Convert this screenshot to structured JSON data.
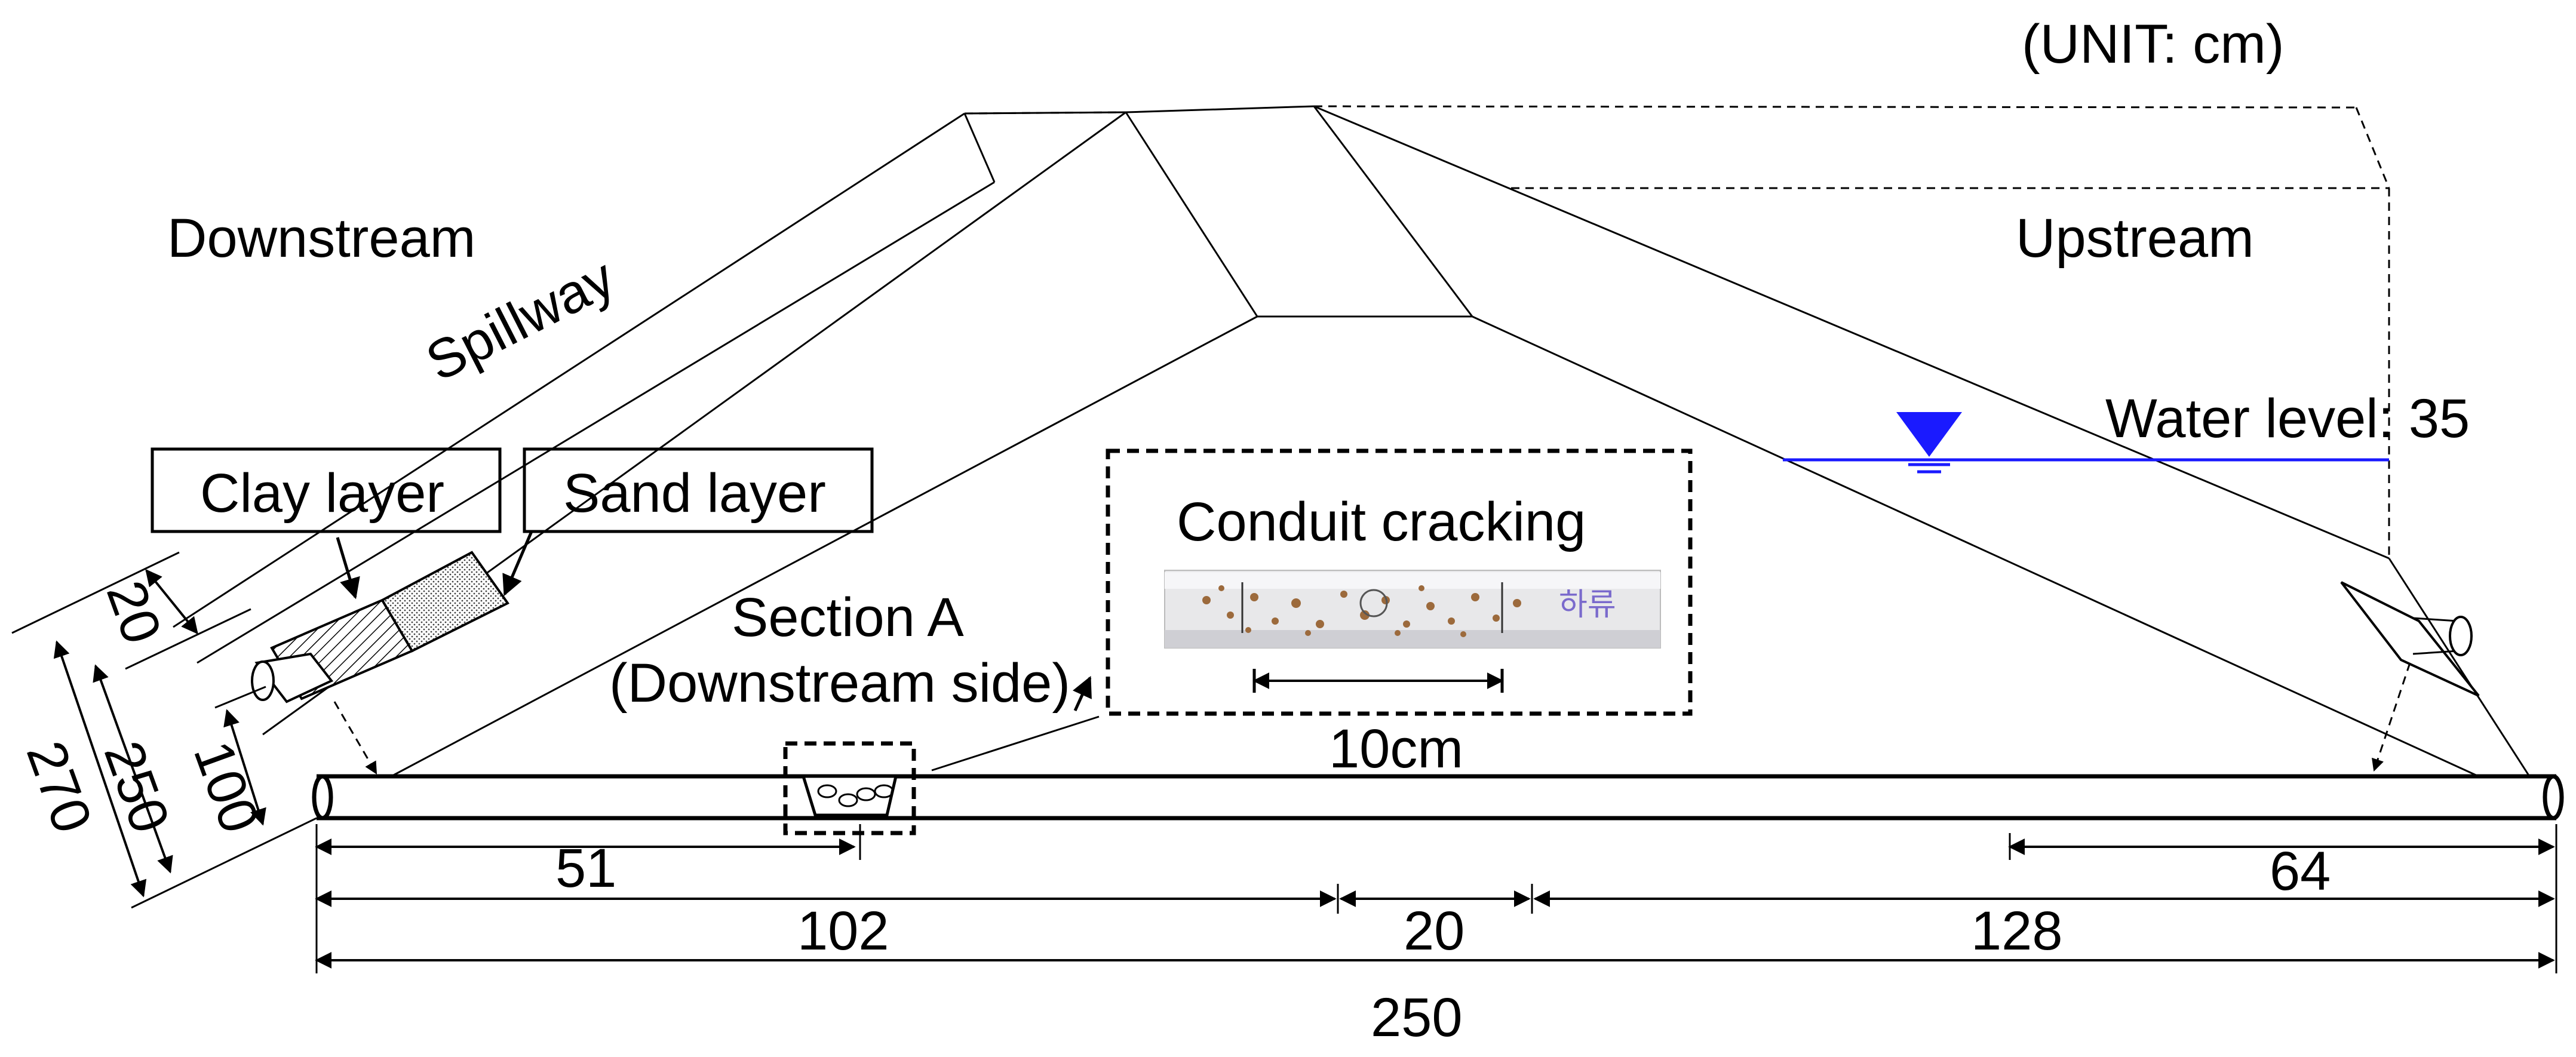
{
  "unit_label": "(UNIT: cm)",
  "labels": {
    "downstream": "Downstream",
    "upstream": "Upstream",
    "spillway": "Spillway",
    "clay_layer": "Clay layer",
    "sand_layer": "Sand layer",
    "water_level": "Water level: 35",
    "section_a_line1": "Section A",
    "section_a_line2": "(Downstream side)",
    "conduit_cracking": "Conduit cracking",
    "inset_scale": "10cm",
    "photo_handwriting": "하류"
  },
  "dimensions": {
    "bottom": [
      "51",
      "102",
      "20",
      "128",
      "64",
      "250"
    ],
    "left_side": [
      "20",
      "250",
      "100",
      "270"
    ]
  },
  "colors": {
    "water": "#1a1aff",
    "line": "#000000",
    "pipe_photo": "#e8e8ea"
  }
}
